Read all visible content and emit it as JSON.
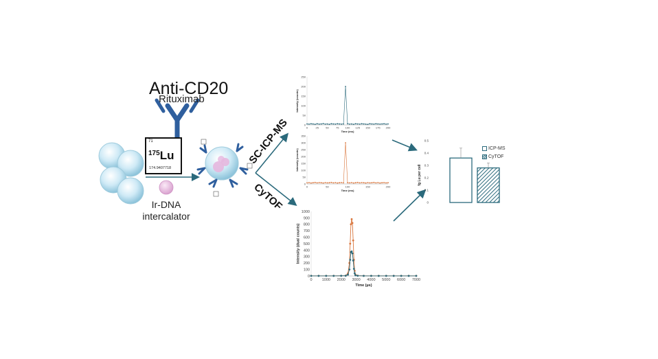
{
  "antibody": {
    "title": "Anti-CD20",
    "subtitle": "Rituximab"
  },
  "element": {
    "atomic_number": "71",
    "mass_number": "175",
    "symbol": "Lu",
    "atomic_mass": "174.9407718"
  },
  "intercalator": {
    "line1": "Ir-DNA",
    "line2": "intercalator"
  },
  "methods": {
    "icpms": "SC-ICP-MS",
    "cytof": "CyTOF"
  },
  "colors": {
    "teal": "#2b6a7c",
    "orange": "#d9743a",
    "antibody_blue": "#2f5f9e",
    "cell": "#bfe3f2",
    "bead": "#e6b7de"
  },
  "chart_data": [
    {
      "type": "line",
      "ylabel": "Intensity (counts)",
      "xlabel": "Time (ms)",
      "ylim": [
        0,
        250
      ],
      "yticks": [
        0,
        50,
        100,
        150,
        200,
        250
      ],
      "xlim": [
        0,
        200
      ],
      "xticks": [
        0,
        25,
        50,
        75,
        100,
        125,
        150,
        175,
        200
      ],
      "color": "#2b6a7c",
      "x": [
        0,
        5,
        10,
        15,
        20,
        25,
        30,
        35,
        40,
        45,
        50,
        55,
        60,
        65,
        70,
        75,
        80,
        85,
        90,
        95,
        100,
        105,
        110,
        115,
        120,
        125,
        130,
        135,
        140,
        145,
        150,
        155,
        160,
        165,
        170,
        175,
        180,
        185,
        190,
        195,
        200
      ],
      "values": [
        5,
        4,
        6,
        5,
        3,
        6,
        4,
        5,
        7,
        4,
        5,
        3,
        6,
        5,
        4,
        6,
        5,
        4,
        5,
        200,
        6,
        4,
        5,
        3,
        6,
        5,
        4,
        6,
        5,
        4,
        3,
        6,
        5,
        4,
        6,
        5,
        4,
        5,
        6,
        4,
        5
      ]
    },
    {
      "type": "line",
      "ylabel": "Intensity (counts)",
      "xlabel": "Time (ms)",
      "ylim": [
        0,
        350
      ],
      "yticks": [
        0,
        50,
        100,
        150,
        200,
        250,
        300,
        350
      ],
      "xlim": [
        0,
        200
      ],
      "xticks": [
        0,
        50,
        100,
        150,
        200
      ],
      "color": "#d9743a",
      "x": [
        0,
        5,
        10,
        15,
        20,
        25,
        30,
        35,
        40,
        45,
        50,
        55,
        60,
        65,
        70,
        75,
        80,
        85,
        90,
        95,
        100,
        105,
        110,
        115,
        120,
        125,
        130,
        135,
        140,
        145,
        150,
        155,
        160,
        165,
        170,
        175,
        180,
        185,
        190,
        195,
        200
      ],
      "values": [
        8,
        10,
        7,
        9,
        11,
        8,
        10,
        9,
        7,
        10,
        8,
        9,
        11,
        8,
        10,
        7,
        9,
        10,
        8,
        300,
        9,
        8,
        10,
        7,
        9,
        11,
        8,
        10,
        9,
        7,
        10,
        8,
        9,
        11,
        8,
        10,
        7,
        9,
        10,
        8,
        9
      ]
    },
    {
      "type": "line",
      "ylabel": "Intensity (dual counts)",
      "xlabel": "Time (µs)",
      "ylim": [
        0,
        1000
      ],
      "yticks": [
        0,
        100,
        200,
        300,
        400,
        500,
        600,
        700,
        800,
        900,
        1000
      ],
      "xlim": [
        0,
        7000
      ],
      "xticks": [
        0,
        1000,
        2000,
        3000,
        4000,
        5000,
        6000,
        7000
      ],
      "series": [
        {
          "color": "#d9743a",
          "x": [
            0,
            500,
            1000,
            1500,
            2000,
            2300,
            2450,
            2550,
            2600,
            2650,
            2700,
            2750,
            2800,
            2850,
            2900,
            2950,
            3100,
            3500,
            4000,
            4500,
            5000,
            5500,
            6000,
            6500,
            7000
          ],
          "values": [
            2,
            2,
            2,
            2,
            3,
            5,
            40,
            200,
            500,
            800,
            880,
            820,
            550,
            250,
            80,
            20,
            5,
            2,
            2,
            2,
            2,
            2,
            2,
            2,
            2
          ]
        },
        {
          "color": "#2b6a7c",
          "x": [
            0,
            500,
            1000,
            1500,
            2000,
            2300,
            2450,
            2550,
            2600,
            2650,
            2700,
            2750,
            2800,
            2850,
            2900,
            2950,
            3100,
            3500,
            4000,
            4500,
            5000,
            5500,
            6000,
            6500,
            7000
          ],
          "values": [
            1,
            1,
            1,
            1,
            2,
            3,
            20,
            100,
            250,
            370,
            380,
            350,
            240,
            110,
            40,
            10,
            3,
            1,
            1,
            1,
            1,
            1,
            1,
            1,
            1
          ]
        }
      ]
    },
    {
      "type": "bar",
      "ylabel": "fg Lu per cell",
      "ylim": [
        0,
        0.5
      ],
      "yticks": [
        0,
        0.1,
        0.2,
        0.3,
        0.4,
        0.5
      ],
      "categories": [
        "ICP-MS",
        "CyTOF"
      ],
      "values": [
        0.36,
        0.28
      ],
      "errors": [
        0.08,
        0.04
      ],
      "legend": [
        "ICP-MS",
        "CyTOF"
      ]
    }
  ]
}
